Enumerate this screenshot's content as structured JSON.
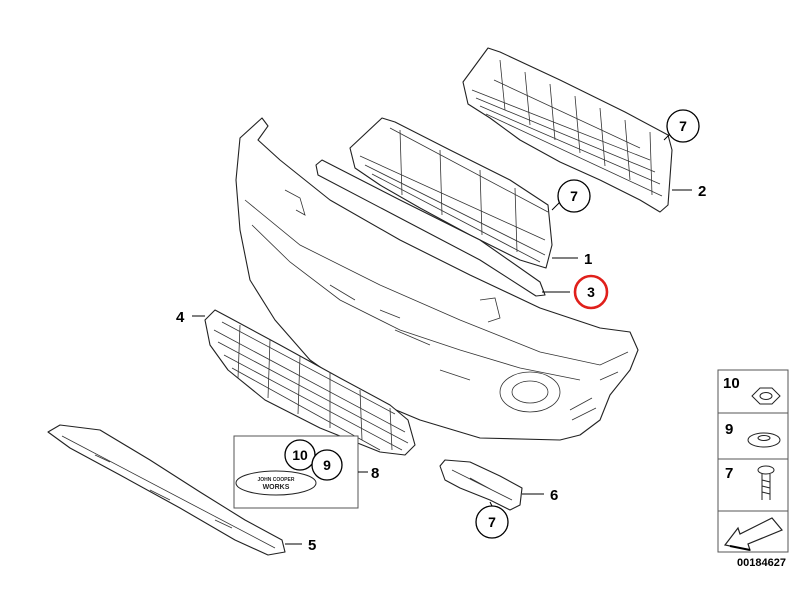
{
  "callouts": {
    "c1": "1",
    "c2": "2",
    "c3": "3",
    "c4": "4",
    "c5": "5",
    "c6": "6",
    "c7a": "7",
    "c7b": "7",
    "c7c": "7",
    "c8": "8",
    "c9": "9",
    "c10": "10"
  },
  "badge_text": {
    "line1": "JOHN COOPER",
    "line2": "WORKS"
  },
  "legend": {
    "items": [
      {
        "number": "10",
        "icon": "hex-nut-icon"
      },
      {
        "number": "9",
        "icon": "washer-icon"
      },
      {
        "number": "7",
        "icon": "clip-screw-icon"
      }
    ],
    "arrow_icon": "direction-arrow-icon"
  },
  "highlight": {
    "part": "3",
    "color": "#e0201b"
  },
  "doc_id": "00184627"
}
